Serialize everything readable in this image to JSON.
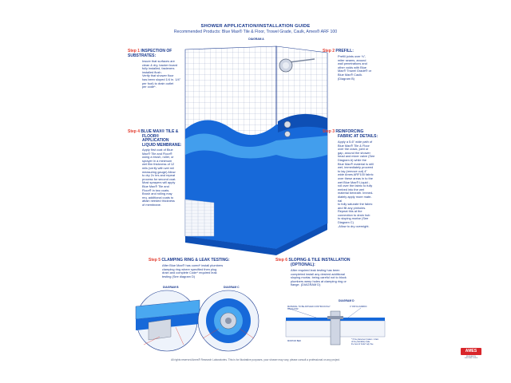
{
  "header": {
    "title": "SHOWER APPLICATION/INSTALLATION GUIDE",
    "subtitle": "Recommended Products: Blue Max® Tile & Floor, Trowel Grade, Caulk, Ames® ARF 100"
  },
  "diagrams": {
    "a": "DIAGRAM A",
    "b": "DIAGRAM B",
    "c": "DIAGRAM C",
    "d": "DIAGRAM D"
  },
  "steps": {
    "step1": {
      "num": "Step 1",
      "title_lines": [
        "INSPECTION OF",
        "SUBSTRATES:"
      ],
      "body": [
        "Insure that surfaces are",
        "clean & dry, backer board",
        "fully installed, fasteners",
        "installed flush.",
        "Verify that shower floor",
        "has been sloped 1/4 in. 1/4\"",
        "per foot) to drain outlet",
        "per code*."
      ]
    },
    "step2": {
      "num": "Step 2",
      "title_lines": [
        "PREFILL:"
      ],
      "body": [
        "Prefill joints over ⅛\",",
        "miter seams, around",
        "wall penetrations and",
        "other voids with Blue",
        "Max® Trowel Grade® or",
        "Blue Max® Caulk.",
        "(Diagram B)"
      ]
    },
    "step3": {
      "num": "Step 3",
      "title_lines": [
        "REINFORCING",
        "FABRIC AT DETAILS:"
      ],
      "body": [
        "Apply a 5-6\" wide path of",
        "Blue Max® Tile & Floor",
        "over the crack, joint or",
        "gap, around the shower",
        "head and mixer valve (See",
        "Diagram A) while the",
        "Blue Max® material is still",
        "wet, immediately proceed",
        "to lay (remove cut) 4\"",
        "wide Ames ARF100 fabric",
        "over these areas in to the",
        "wet Blue Max® Liquid -",
        "roll over the fabric to fully",
        "embed into the wet",
        "material beneath. Immed-",
        "diately apply more mate-",
        "rial",
        "to fully saturate the fabric",
        "and fill any pinholes.",
        "Repeat this at the",
        "connection to drain hub",
        "to sloping mortar (See",
        "Diagram C)",
        "-Allow to dry overnight."
      ]
    },
    "step4": {
      "num": "Step 4",
      "title_lines": [
        "BLUE MAX® TILE &",
        "FLOOR®",
        "APPLICATION",
        "LIQUID MEMBRANE:"
      ],
      "body": [
        "Apply first coat of Blue",
        "Max® Tile and Floor®",
        "using a brush, roller, or",
        "sprayer in a minimum",
        "wet film thickness of 12",
        "mils (verify with wet mil",
        "measuring gauge) Allow",
        "to dry 2x hrs and repeat",
        "process for second coat.",
        "Most sprayers will apply",
        "Blue Max® Tile and",
        "Floor® in two coats.",
        "Brush and rolling may",
        "req. additional coats to",
        "attain needed thickness",
        "of membrane."
      ]
    },
    "step5": {
      "num": "Step 5",
      "title": "CLAMPING RING & LEAK TESTING:",
      "body": [
        "After Blue Max® has cured* install plumbers",
        "clamping ring where specified then plug",
        "drain and complete Code* required leak",
        "testing (See diagram D)"
      ]
    },
    "step6": {
      "num": "Step 6",
      "title_lines": [
        "SLOPING & TILE INSTALLATION",
        "(OPTIONAL):"
      ],
      "body": [
        "After required leak testing has been",
        "completed install any desired additional",
        "sloping mortar, being careful not to block",
        "plumbers weep holes at clamping ring or",
        "flange. (DIAGRAM D)"
      ]
    }
  },
  "diagram_d_callouts": [
    "MATERIAL TO BE APPLIED CONTINUOUSLY",
    "ON FLOOR",
    "4\" PATCH FABRIC",
    "MORTAR BED"
  ],
  "diagram_d_notes": [
    "* If the placement (water-> drain",
    "of the plan/kids) make",
    "the best of Code* adj. flue"
  ],
  "logo": {
    "name": "AMES",
    "tagline": "RESEARCH LABORATORIES"
  },
  "footer": "All rights reserved Ames® Research Laboratories. This is for illustrative purposes, your shower may vary, please consult a professional on any project.",
  "colors": {
    "accent": "#1a3a8f",
    "step_num": "#e23b2e",
    "blue_max": "#1769d9",
    "blue_light": "#4aa8f0",
    "logo_red": "#d9262b"
  }
}
